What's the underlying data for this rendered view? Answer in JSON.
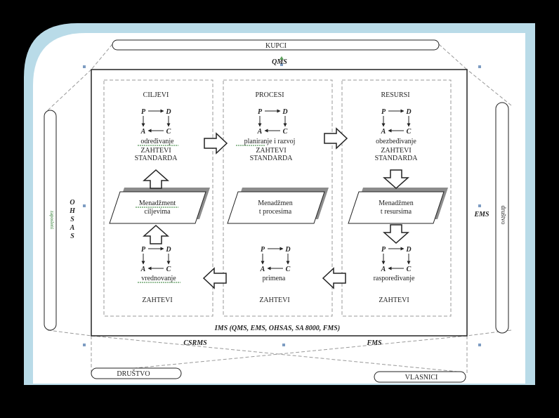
{
  "outer": {
    "kupci": "KUPCI",
    "qms": "QMS",
    "ohsas": [
      "O",
      "H",
      "S",
      "A",
      "S"
    ],
    "left_pill": "zaposleni",
    "ems": "EMS",
    "right_pill": "društvo",
    "ims": "IMS (QMS, EMS, OHSAS, SA 8000, FMS)",
    "csrms": "CSRMS",
    "fms": "FMS",
    "drustvo": "DRUŠTVO",
    "vlasnici": "VLASNICI"
  },
  "columns": [
    {
      "title": "CILJEVI",
      "top_step": "određivanje",
      "req_line1": "ZAHTEVI",
      "req_line2": "STANDARDA",
      "mgmt_line1": "Menadžment",
      "mgmt_line2": "ciljevima",
      "bottom_step": "vrednovanje",
      "bottom_req": "ZAHTEVI"
    },
    {
      "title": "PROCESI",
      "top_step": "planiranje i razvoj",
      "req_line1": "ZAHTEVI",
      "req_line2": "STANDARDA",
      "mgmt_line1": "Menadžmen",
      "mgmt_line2": "t procesima",
      "bottom_step": "primena",
      "bottom_req": "ZAHTEVI"
    },
    {
      "title": "RESURSI",
      "top_step": "obezbeđivanje",
      "req_line1": "ZAHTEVI",
      "req_line2": "STANDARDA",
      "mgmt_line1": "Menadžmen",
      "mgmt_line2": "t resursima",
      "bottom_step": "raspoređivanje",
      "bottom_req": "ZAHTEVI"
    }
  ],
  "pdca": {
    "p": "P",
    "d": "D",
    "a": "A",
    "c": "C"
  },
  "colors": {
    "background": "#000000",
    "frame": "#b9dbe8",
    "page": "#ffffff",
    "line": "#222222",
    "dashed": "#999999",
    "handle": "#7d9cc2",
    "shadow": "#8c8c8c"
  }
}
